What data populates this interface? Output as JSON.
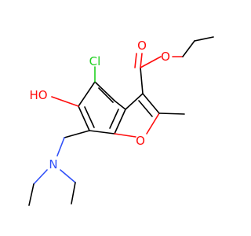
{
  "molecule": {
    "atom_labels": {
      "chlorine": "Cl",
      "hydroxyl": "HO",
      "ester_carbonyl_oxygen": "O",
      "ester_ether_oxygen": "O",
      "furan_oxygen": "O",
      "amine_nitrogen": "N"
    },
    "colors": {
      "carbon_bonds": "#000000",
      "oxygen": "#ff0d0d",
      "chlorine": "#1fd01f",
      "nitrogen": "#3050f8",
      "background": "#ffffff"
    }
  }
}
